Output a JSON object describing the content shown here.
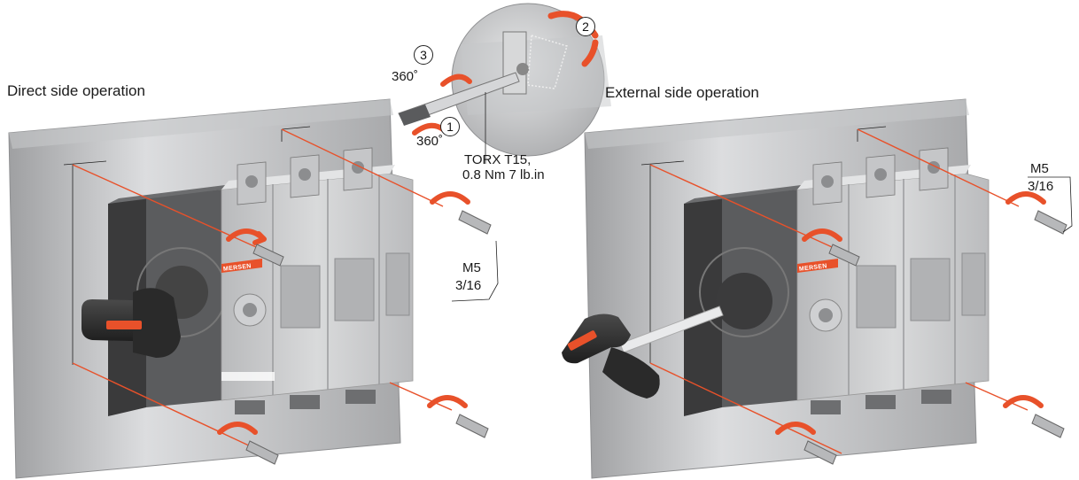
{
  "views": {
    "direct": {
      "title": "Direct side operation"
    },
    "external": {
      "title": "External side operation"
    }
  },
  "screws": {
    "size_label_direct": [
      "M5",
      "3/16"
    ],
    "size_label_external": [
      "M5",
      "3/16"
    ]
  },
  "detail": {
    "steps": [
      "1",
      "2",
      "3"
    ],
    "rotation_step1": "360˚",
    "rotation_step3": "360˚",
    "tool": "TORX T15,",
    "torque": "0.8 Nm  7 lb.in"
  },
  "brand": "MERSEN",
  "colors": {
    "accent_orange": "#e8512a",
    "handle_black": "#2b2b2b",
    "switch_grey": "#c9cacb",
    "panel_grey": "#b6b7b9"
  }
}
